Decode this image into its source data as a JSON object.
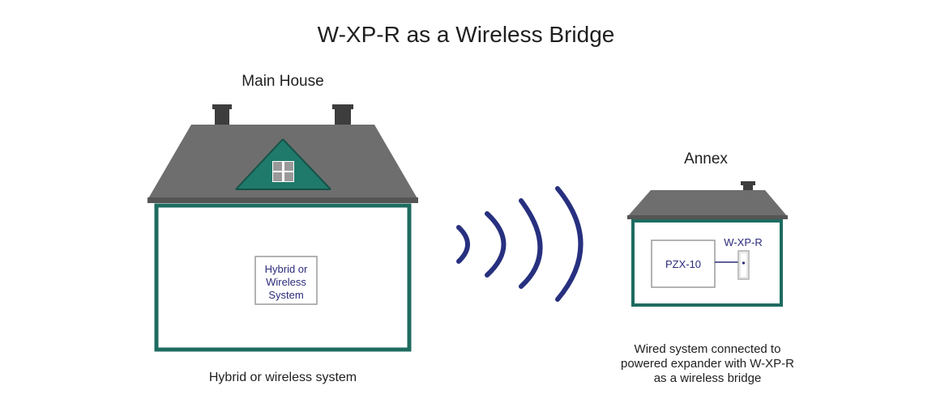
{
  "title": "W-XP-R as a Wireless Bridge",
  "main_house": {
    "label": "Main House",
    "panel_lines": [
      "Hybrid or",
      "Wireless",
      "System"
    ],
    "caption": "Hybrid or wireless system"
  },
  "annex": {
    "label": "Annex",
    "expander_label": "PZX-10",
    "bridge_label": "W-XP-R",
    "caption_lines": [
      "Wired system connected to",
      "powered expander with W-XP-R",
      "as a wireless bridge"
    ]
  },
  "icons": {
    "house": "house-icon",
    "annex": "annex-icon",
    "signal": "wireless-signal-icon",
    "window": "window-icon",
    "chimney": "chimney-icon"
  },
  "colors": {
    "roof": "#6e6e6e",
    "roof_edge": "#555555",
    "chimney": "#3d3d3d",
    "wall": "#1e6b60",
    "dormer": "#1f7a6b",
    "signal": "#27307f",
    "device_text": "#2b2b7a",
    "device_border": "#9a9a9a"
  }
}
